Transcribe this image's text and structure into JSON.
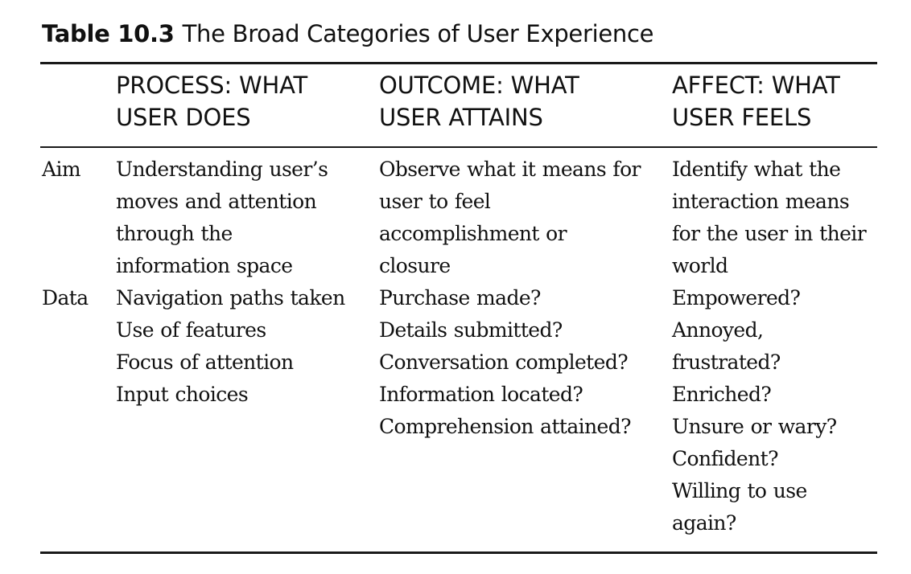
{
  "caption": {
    "number": "Table 10.3",
    "title": "The Broad Categories of User Experience"
  },
  "table": {
    "headers": [
      {
        "lines": [
          "PROCESS: WHAT",
          "USER DOES"
        ]
      },
      {
        "lines": [
          "OUTCOME: WHAT",
          "USER ATTAINS"
        ]
      },
      {
        "lines": [
          "AFFECT: WHAT",
          "USER FEELS"
        ]
      }
    ],
    "rows": [
      {
        "label": "Aim",
        "cells": [
          [
            "Understanding user’s",
            "moves and attention",
            "through the",
            "information space"
          ],
          [
            "Observe what it means for",
            "user to feel",
            "accomplishment or",
            "closure"
          ],
          [
            "Identify what the",
            "interaction means",
            "for the user in their",
            "world"
          ]
        ]
      },
      {
        "label": "Data",
        "cells": [
          [
            "Navigation paths taken",
            "Use of features",
            "Focus of attention",
            "Input choices"
          ],
          [
            "Purchase made?",
            "Details submitted?",
            "Conversation completed?",
            "Information located?",
            "Comprehension attained?"
          ],
          [
            "Empowered?",
            "Annoyed,",
            "frustrated?",
            "Enriched?",
            "Unsure or wary?",
            "Confident?",
            "Willing to use",
            "again?"
          ]
        ]
      }
    ]
  }
}
